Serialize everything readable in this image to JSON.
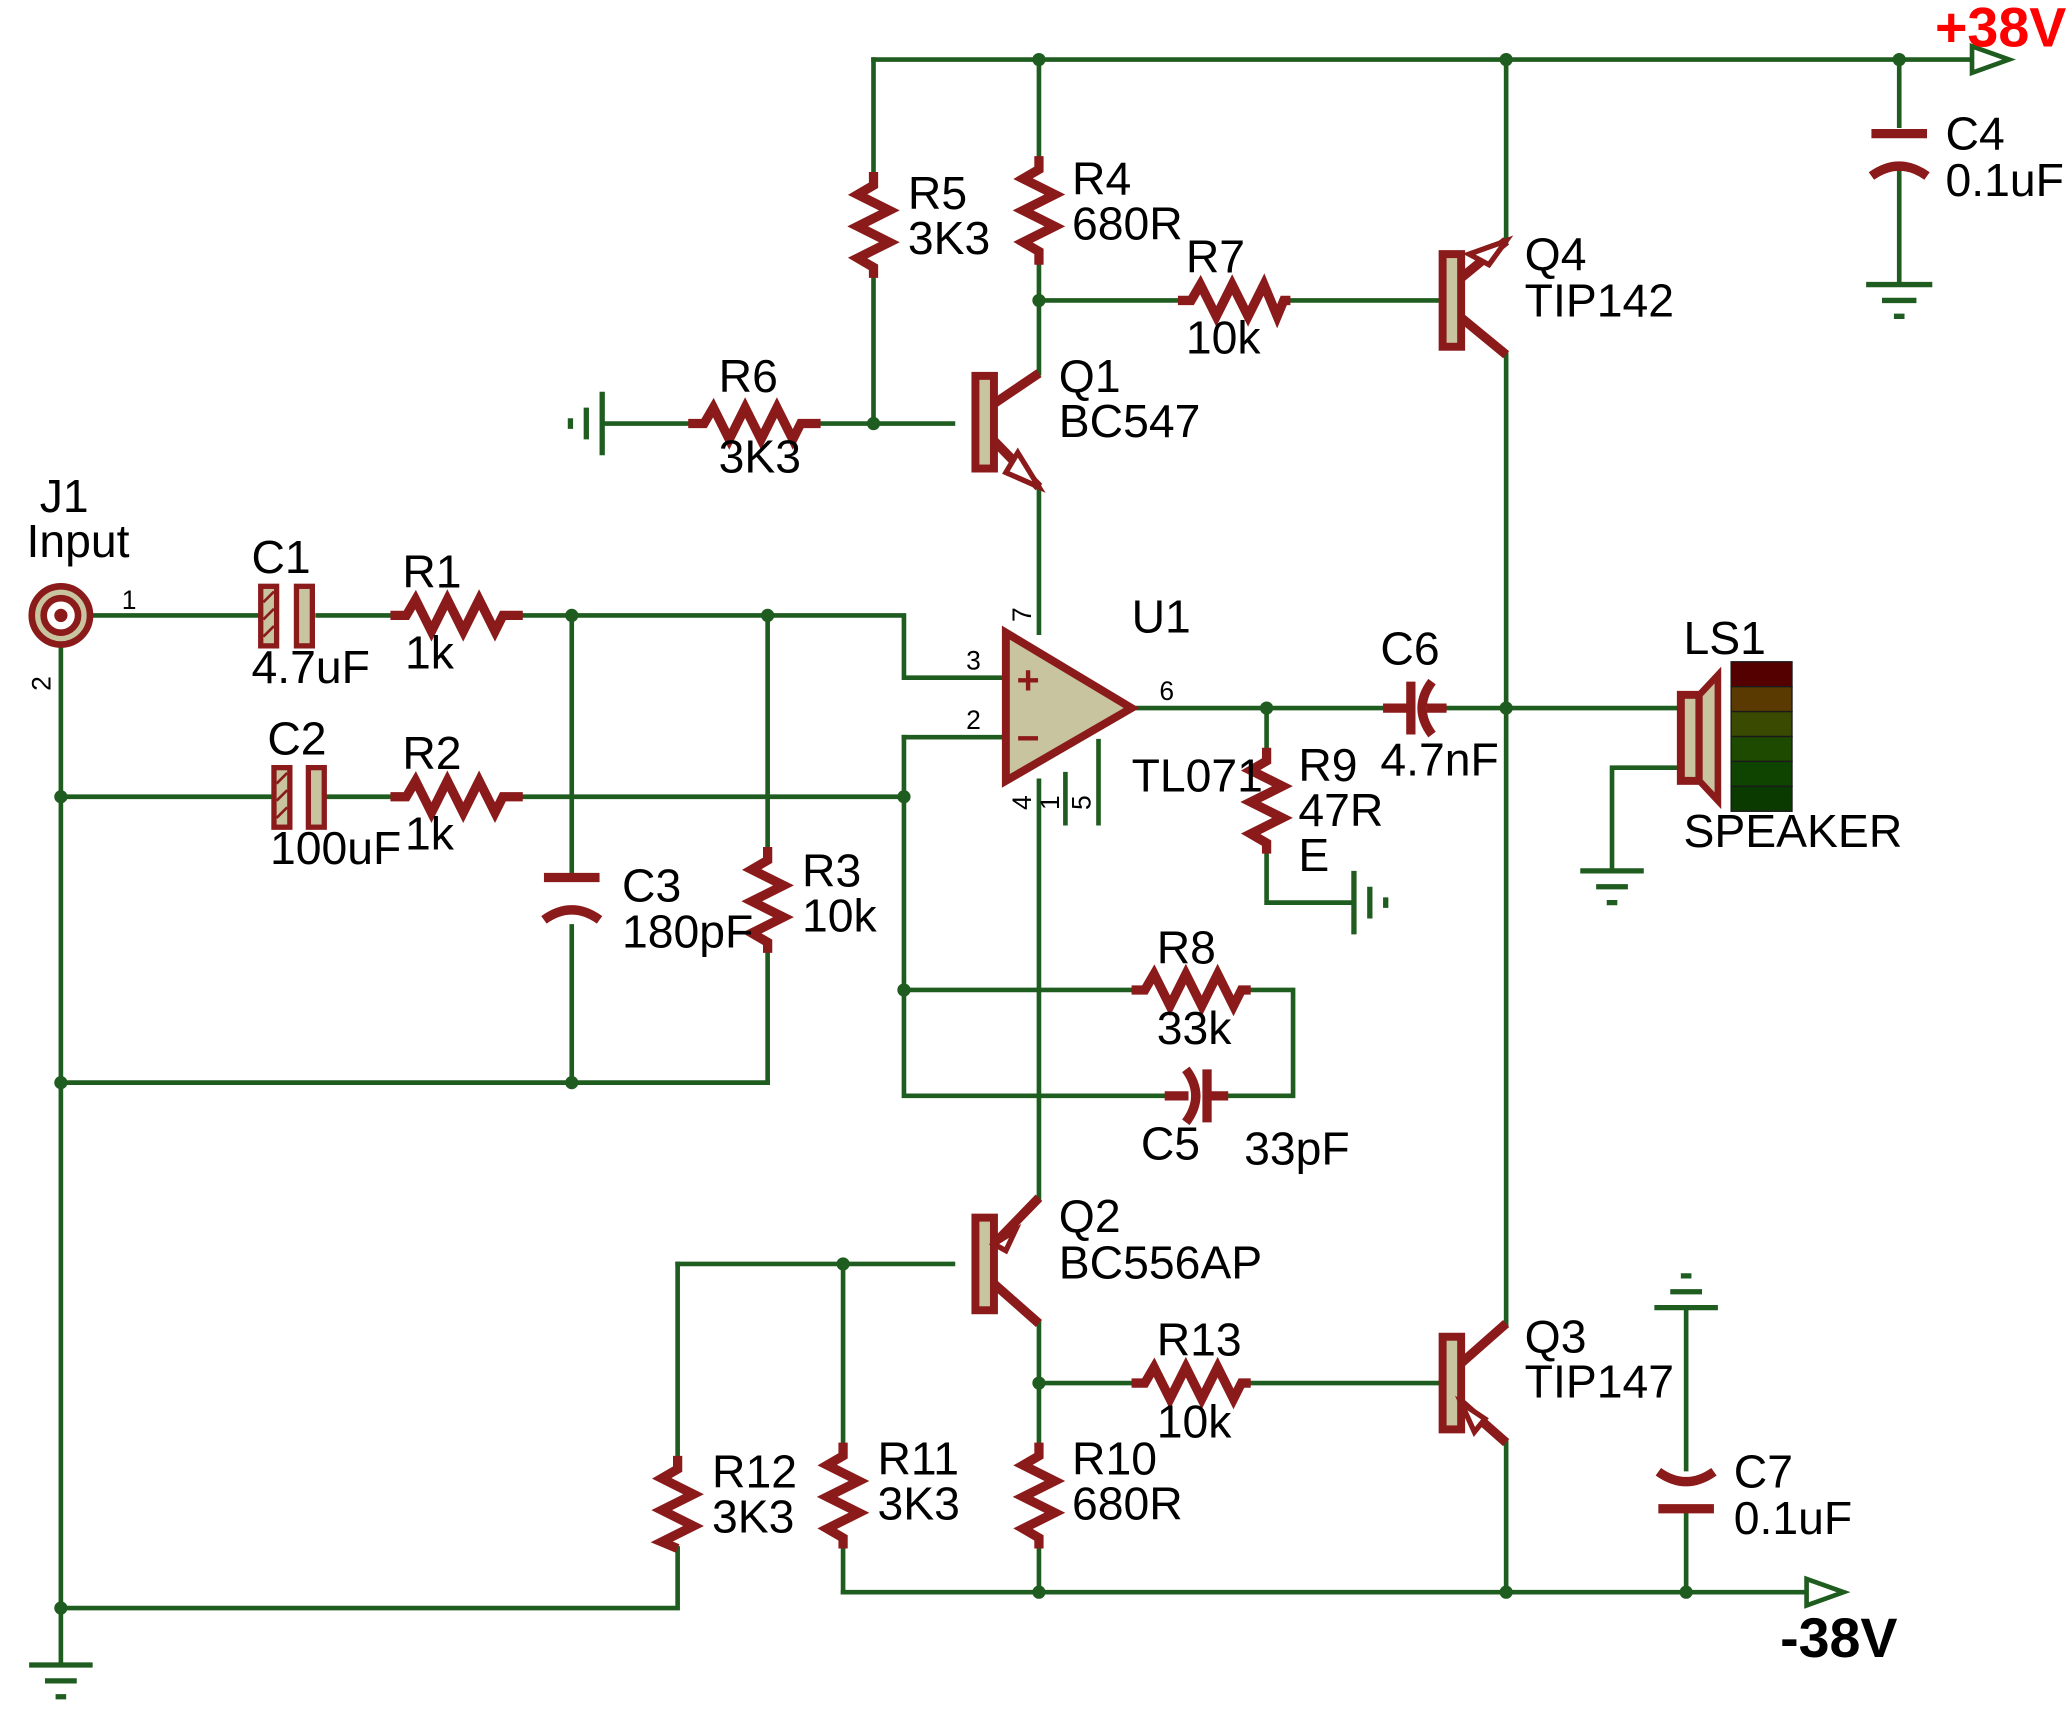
{
  "rails": {
    "positive": "+38V",
    "negative": "-38V"
  },
  "connector": {
    "ref": "J1",
    "name": "Input",
    "pin1": "1",
    "pin2": "2"
  },
  "opamp": {
    "ref": "U1",
    "part": "TL071",
    "pin_plus_in": "3",
    "pin_minus_in": "2",
    "pin_out": "6",
    "pin_vpos": "7",
    "pin_vneg": "4",
    "pin_offset1": "1",
    "pin_offset2": "5",
    "plus_sign": "+",
    "minus_sign": "−"
  },
  "resistors": {
    "R1": {
      "ref": "R1",
      "value": "1k"
    },
    "R2": {
      "ref": "R2",
      "value": "1k"
    },
    "R3": {
      "ref": "R3",
      "value": "10k"
    },
    "R4": {
      "ref": "R4",
      "value": "680R"
    },
    "R5": {
      "ref": "R5",
      "value": "3K3"
    },
    "R6": {
      "ref": "R6",
      "value": "3K3"
    },
    "R7": {
      "ref": "R7",
      "value": "10k"
    },
    "R8": {
      "ref": "R8",
      "value": "33k"
    },
    "R9": {
      "ref": "R9",
      "value": "47R",
      "extra": "E"
    },
    "R10": {
      "ref": "R10",
      "value": "680R"
    },
    "R11": {
      "ref": "R11",
      "value": "3K3"
    },
    "R12": {
      "ref": "R12",
      "value": "3K3"
    },
    "R13": {
      "ref": "R13",
      "value": "10k"
    }
  },
  "capacitors": {
    "C1": {
      "ref": "C1",
      "value": "4.7uF"
    },
    "C2": {
      "ref": "C2",
      "value": "100uF"
    },
    "C3": {
      "ref": "C3",
      "value": "180pF"
    },
    "C4": {
      "ref": "C4",
      "value": "0.1uF"
    },
    "C5": {
      "ref": "C5",
      "value": "33pF"
    },
    "C6": {
      "ref": "C6",
      "value": "4.7nF"
    },
    "C7": {
      "ref": "C7",
      "value": "0.1uF"
    }
  },
  "transistors": {
    "Q1": {
      "ref": "Q1",
      "part": "BC547"
    },
    "Q2": {
      "ref": "Q2",
      "part": "BC556AP"
    },
    "Q3": {
      "ref": "Q3",
      "part": "TIP147"
    },
    "Q4": {
      "ref": "Q4",
      "part": "TIP142"
    }
  },
  "speaker": {
    "ref": "LS1",
    "name": "SPEAKER",
    "level_colors": [
      "#550000",
      "#5a3a00",
      "#3a4a00",
      "#1e4a00",
      "#0f4400",
      "#0a3a00"
    ]
  },
  "colors": {
    "wire": "#1f5c1f",
    "component": "#8b1a1a",
    "component_fill": "#c8c4a0",
    "rail_positive_label": "#ff0000"
  }
}
